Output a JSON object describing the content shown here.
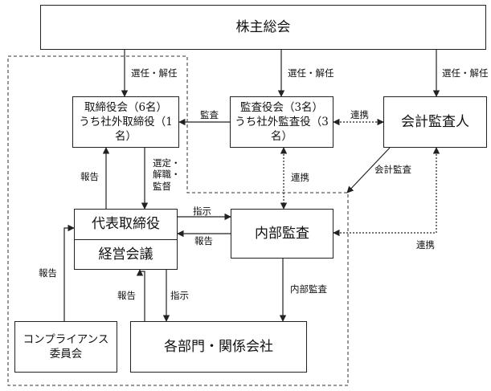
{
  "nodes": {
    "shareholders": "株主総会",
    "board_line1": "取締役会（6名）",
    "board_line2": "うち社外取締役（1名）",
    "audit_board_line1": "監査役会（3名）",
    "audit_board_line2": "うち社外監査役（3名）",
    "accounting_auditor": "会計監査人",
    "president": "代表取締役",
    "management_meeting": "経営会議",
    "internal_audit": "内部監査",
    "compliance_line1": "コンプライアンス",
    "compliance_line2": "委員会",
    "departments": "各部門・関係会社"
  },
  "labels": {
    "elect_dismiss": "選任・解任",
    "audit": "監査",
    "cooperation": "連携",
    "report": "報告",
    "select_line1": "選定・",
    "select_line2": "解職・",
    "select_line3": "監督",
    "accounting_audit": "会計監査",
    "instruction": "指示",
    "internal_audit_label": "内部監査"
  }
}
